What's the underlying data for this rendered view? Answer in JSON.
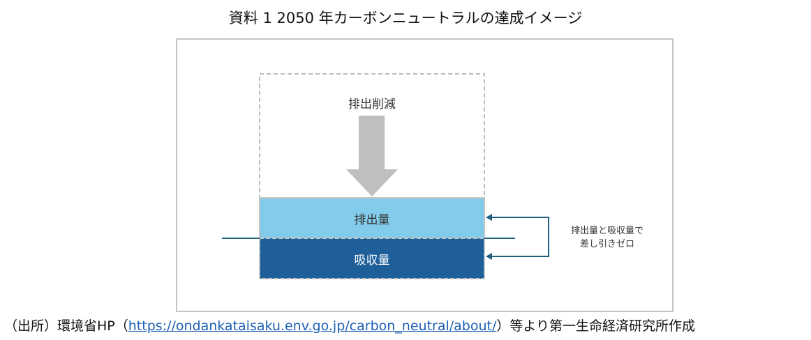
{
  "title": "資料 1 2050 年カーボンニュートラルの達成イメージ",
  "diagram": {
    "reduction_label": "排出削減",
    "emission_label": "排出量",
    "absorption_label": "吸収量",
    "note_line1": "排出量と吸収量で",
    "note_line2": "差し引きゼロ",
    "colors": {
      "emission": "#82cbea",
      "absorption": "#1f5f99",
      "arrow": "#bfbfbf",
      "bracket": "#1f5f7f"
    }
  },
  "footer": {
    "prefix": "（出所）環境省HP（",
    "link": "https://ondankataisaku.env.go.jp/carbon_neutral/about/",
    "suffix": "）等より第一生命経済研究所作成"
  }
}
